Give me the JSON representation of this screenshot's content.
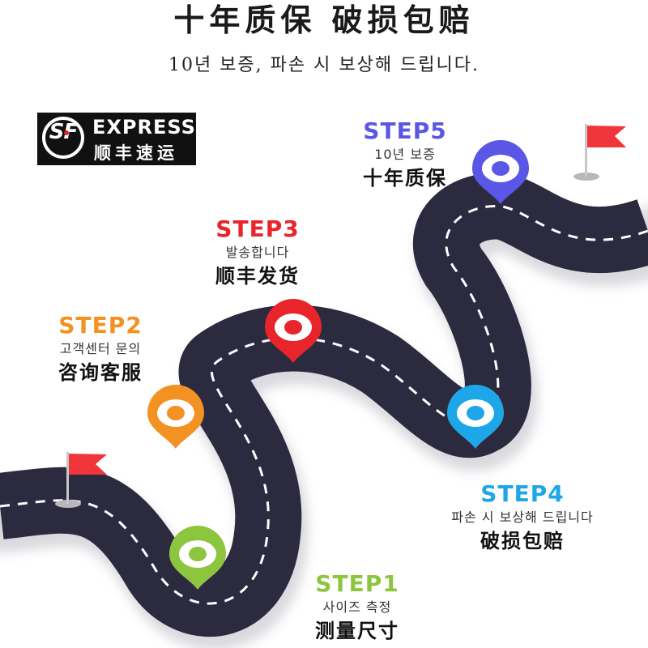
{
  "header": {
    "title": "十年质保 破损包赔",
    "subtitle": "10년 보증, 파손 시 보상해 드립니다."
  },
  "logo": {
    "mark": "SF",
    "brand": "EXPRESS",
    "brand_cn": "顺丰速运"
  },
  "steps": [
    {
      "label": "STEP1",
      "ko": "사이즈 측정",
      "zh": "测量尺寸",
      "color": "#8cc63f"
    },
    {
      "label": "STEP2",
      "ko": "고객센터 문의",
      "zh": "咨询客服",
      "color": "#f39222"
    },
    {
      "label": "STEP3",
      "ko": "발송합니다",
      "zh": "顺丰发货",
      "color": "#e8252b"
    },
    {
      "label": "STEP4",
      "ko": "파손 시 보상해 드립니다",
      "zh": "破损包赔",
      "color": "#1ea7e8"
    },
    {
      "label": "STEP5",
      "ko": "10년 보증",
      "zh": "十年质保",
      "color": "#5a57e6"
    }
  ],
  "colors": {
    "road": "#2b2a3e",
    "flag": "#f0363a"
  }
}
